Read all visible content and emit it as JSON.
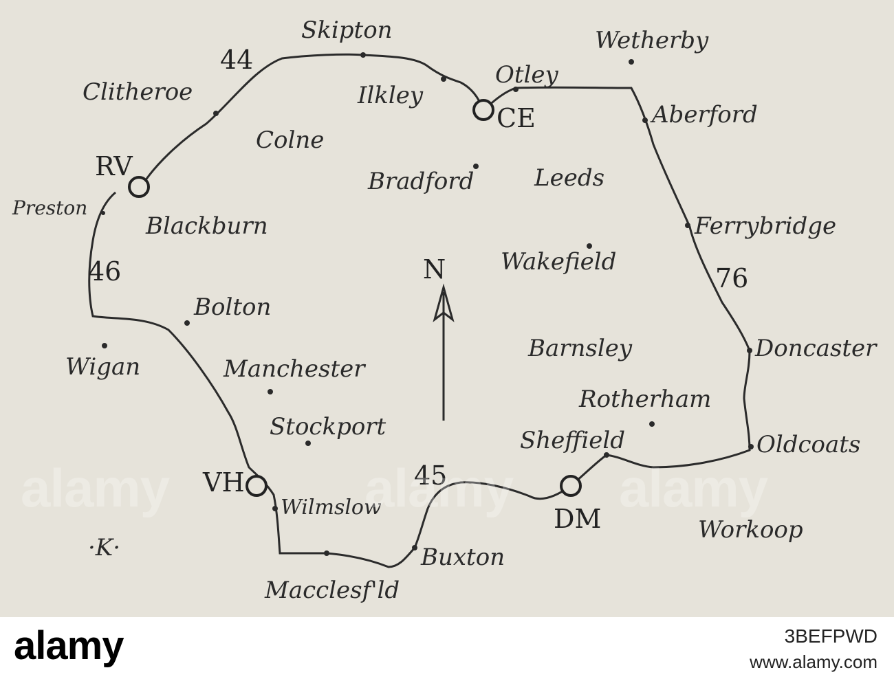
{
  "map": {
    "compass_label": "N",
    "signature": "·K·",
    "places": {
      "skipton": "Skipton",
      "wetherby": "Wetherby",
      "otley": "Otley",
      "ilkley": "Ilkley",
      "clitheroe": "Clitheroe",
      "colne": "Colne",
      "aberford": "Aberford",
      "bradford": "Bradford",
      "leeds": "Leeds",
      "preston": "Preston",
      "blackburn": "Blackburn",
      "ferrybridge": "Ferrybridge",
      "wakefield": "Wakefield",
      "bolton": "Bolton",
      "barnsley": "Barnsley",
      "doncaster": "Doncaster",
      "wigan": "Wigan",
      "manchester": "Manchester",
      "rotherham": "Rotherham",
      "stockport": "Stockport",
      "sheffield": "Sheffield",
      "oldcoats": "Oldcoats",
      "wilmslow": "Wilmslow",
      "workoop": "Workoop",
      "buxton": "Buxton",
      "macclesfield": "Macclesf'ld"
    },
    "stations": {
      "rv": "RV",
      "ce": "CE",
      "vh": "VH",
      "dm": "DM"
    },
    "distances": {
      "d44": "44",
      "d46": "46",
      "d76": "76",
      "d45": "45"
    }
  },
  "watermark": "alamy",
  "footer": {
    "logo": "alamy",
    "image_id": "3BEFPWD",
    "url": "www.alamy.com"
  }
}
